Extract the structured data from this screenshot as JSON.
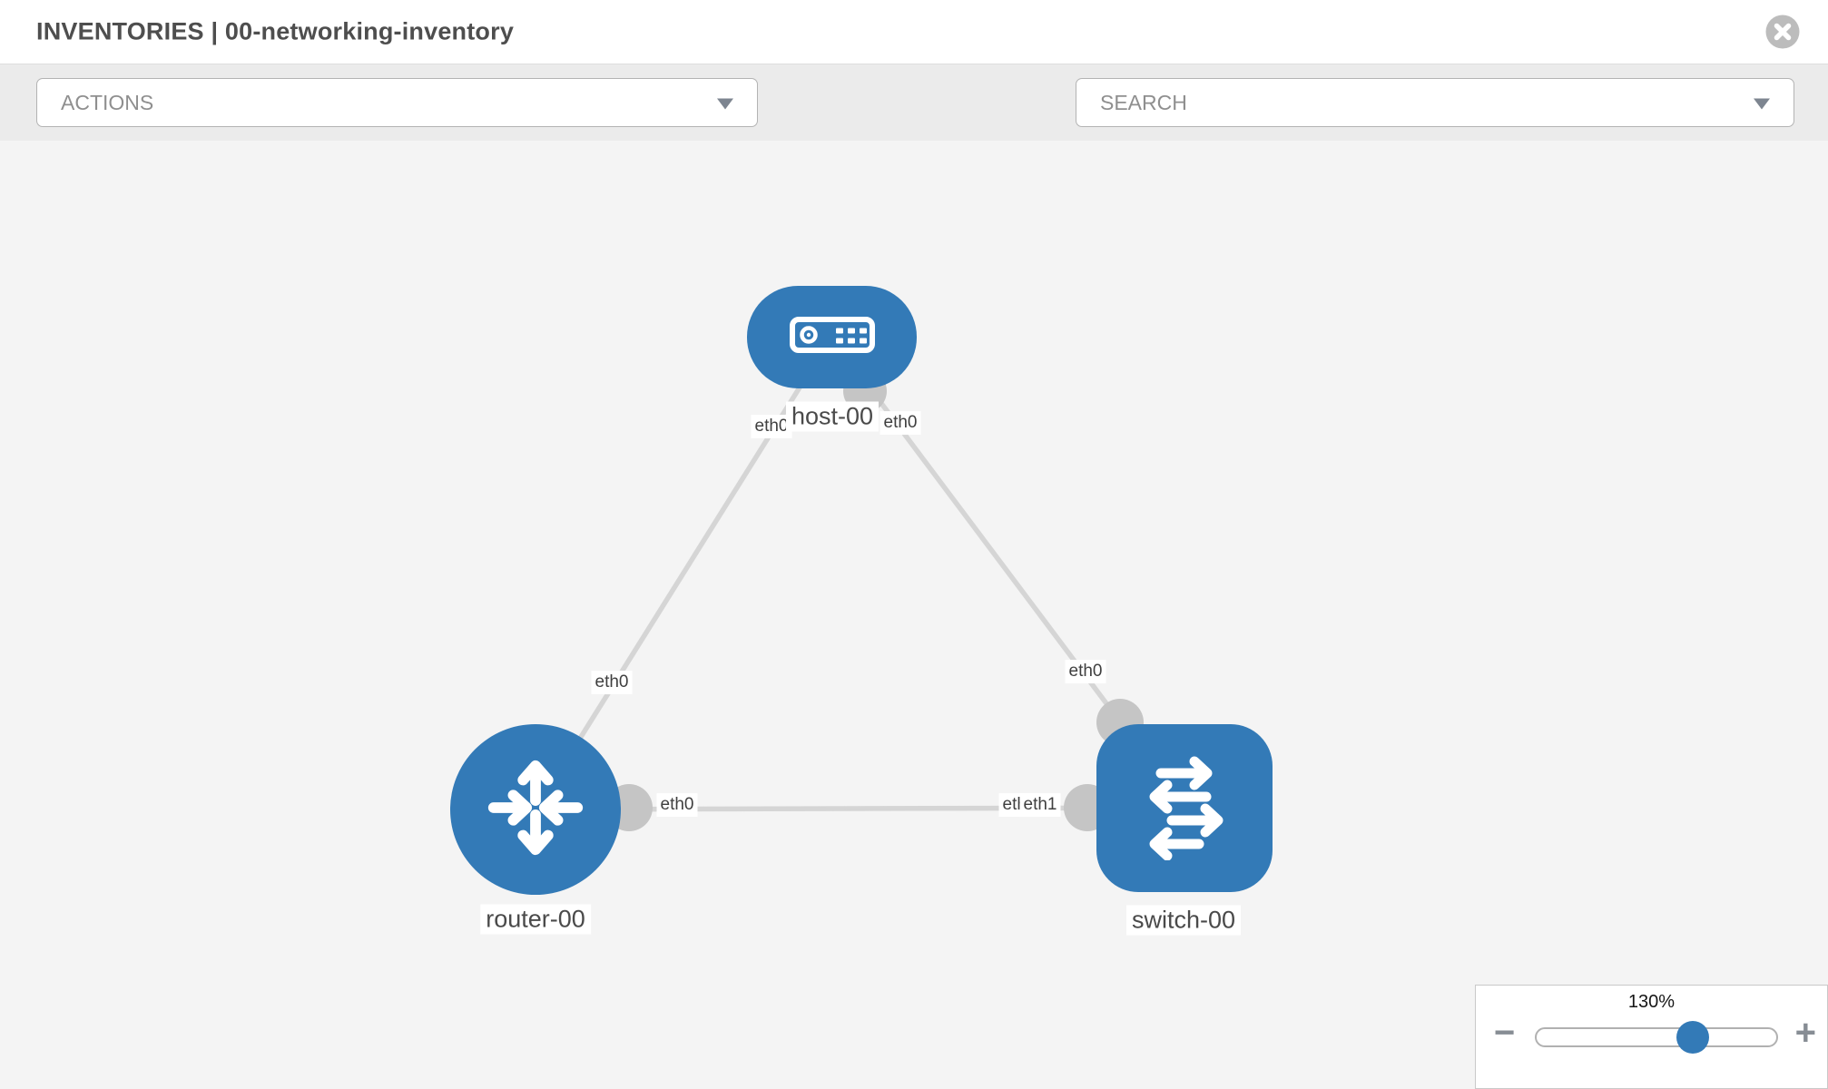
{
  "header": {
    "title": "INVENTORIES | 00-networking-inventory"
  },
  "toolbar": {
    "actions_label": "ACTIONS",
    "search_label": "SEARCH",
    "icons": [
      "wrench-icon",
      "key-icon"
    ]
  },
  "topology": {
    "nodes": [
      {
        "id": "host-00",
        "type": "host",
        "label": "host-00"
      },
      {
        "id": "router-00",
        "type": "router",
        "label": "router-00"
      },
      {
        "id": "switch-00",
        "type": "switch",
        "label": "switch-00"
      }
    ],
    "links": [
      {
        "from": "host-00",
        "to": "router-00"
      },
      {
        "from": "host-00",
        "to": "switch-00"
      },
      {
        "from": "router-00",
        "to": "switch-00"
      }
    ],
    "iface_labels": [
      {
        "text": "eth0",
        "near": "host-00 bottom-left"
      },
      {
        "text": "eth0",
        "near": "host-00 bottom-right"
      },
      {
        "text": "eth0",
        "near": "router-00 top link"
      },
      {
        "text": "eth0",
        "near": "switch-00 top link"
      },
      {
        "text": "eth0",
        "near": "router-00 right"
      },
      {
        "text": "eth1",
        "near": "switch-00 left (underlapping)"
      },
      {
        "text": "eth1",
        "near": "switch-00 left (overlapping)"
      }
    ]
  },
  "zoom_control": {
    "level": "130%",
    "minus": "−",
    "plus": "+"
  },
  "colors": {
    "node_blue": "#337ab7",
    "link_gray": "#d5d5d5",
    "connector_gray": "#c5c5c5",
    "canvas_bg": "#f4f4f4",
    "toolbar_bg": "#ebebeb"
  }
}
